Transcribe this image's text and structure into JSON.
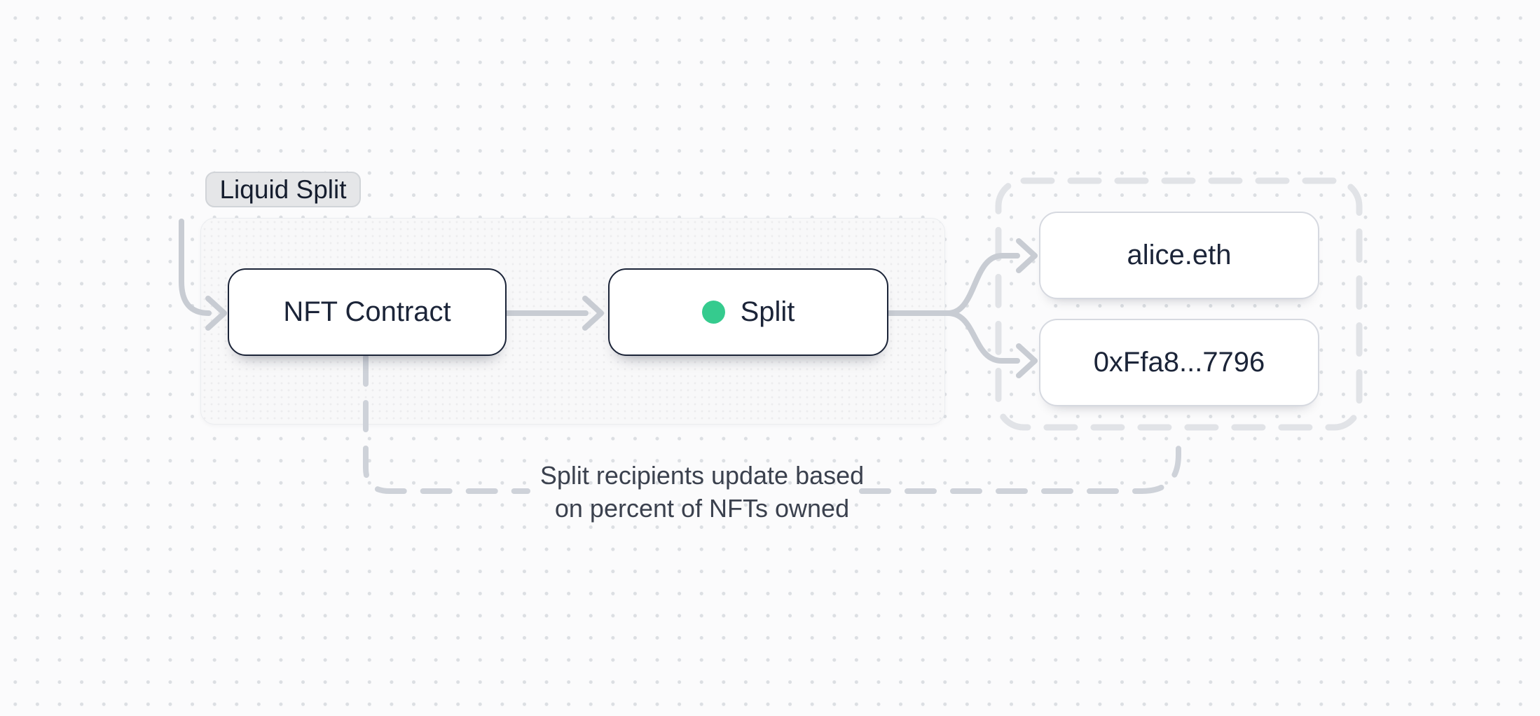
{
  "badge": {
    "label": "Liquid Split"
  },
  "nodes": {
    "nft_contract": {
      "label": "NFT Contract"
    },
    "split": {
      "label": "Split",
      "status_dot_color": "#35cb8e"
    },
    "recipients": [
      {
        "label": "alice.eth"
      },
      {
        "label": "0xFfa8...7796"
      }
    ]
  },
  "annotation": {
    "line1": "Split recipients update based",
    "line2": "on percent of NFTs owned"
  },
  "colors": {
    "background": "#fbfbfc",
    "background_dot": "#dcdfe3",
    "panel_background": "#f8f8f9",
    "badge_background": "#e5e6e8",
    "badge_border": "#d1d4d8",
    "node_border_dark": "#1b2438",
    "node_border_light": "#d6d9e0",
    "node_text": "#1b2438",
    "edge": "#c8ccd3",
    "feedback_dash": "#ced2d9",
    "group_dash": "#e1e3e7",
    "annotation_text": "#3b414e",
    "status_green": "#35cb8e"
  }
}
